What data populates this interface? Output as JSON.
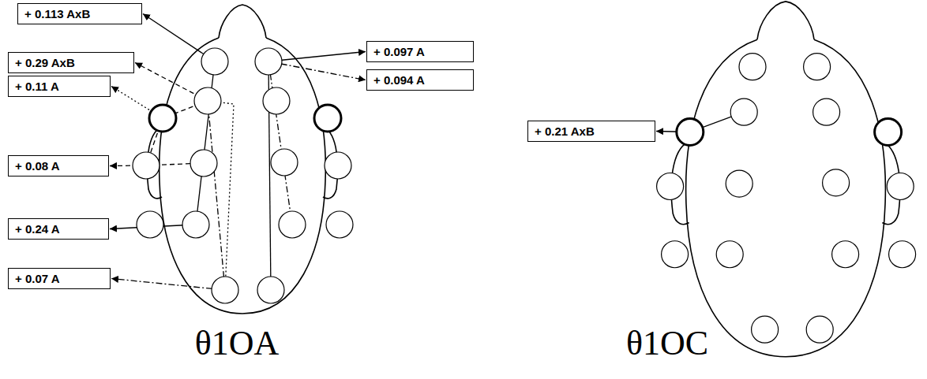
{
  "diagram": {
    "nodes": [
      {
        "text": [
          "+ 0.113 AxB"
        ]
      },
      {
        "text": [
          "+ 0.097 A"
        ]
      },
      {
        "text": [
          "+ 0.29 AxB"
        ]
      },
      {
        "text": [
          "+ 0.094 A"
        ]
      },
      {
        "text": [
          "+ 0.11 A"
        ]
      },
      {
        "text": [
          "+ 0.08 A"
        ]
      },
      {
        "text": [
          "+ 0.24 A"
        ]
      },
      {
        "text": [
          "+ 0.07 A"
        ]
      },
      {
        "text": [
          "+ 0.21 AxB"
        ]
      }
    ],
    "labels": [
      "θ1OA",
      "θ1OC"
    ]
  }
}
